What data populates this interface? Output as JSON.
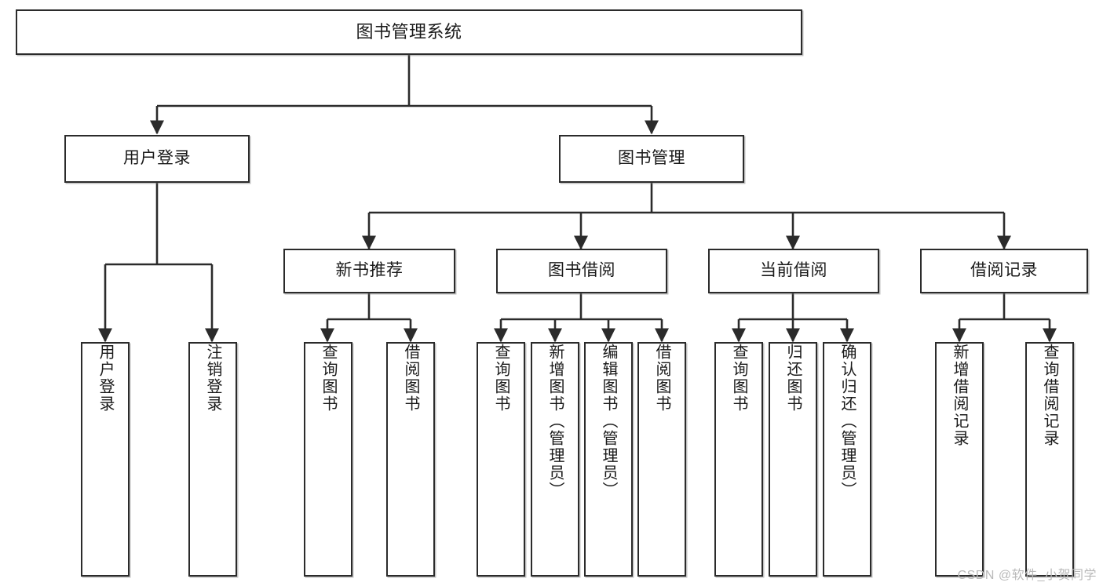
{
  "diagram": {
    "title": "图书管理系统",
    "type": "hierarchy-tree",
    "watermark": "CSDN @软件_小贺同学",
    "colors": {
      "stroke": "#2b2b2b",
      "fill": "#ffffff",
      "text": "#1a1a1a",
      "watermark": "#b9b9b9"
    }
  },
  "nodes": {
    "root": {
      "label": "图书管理系统"
    },
    "level1": [
      {
        "label": "用户登录"
      },
      {
        "label": "图书管理"
      }
    ],
    "level2": [
      {
        "label": "新书推荐"
      },
      {
        "label": "图书借阅"
      },
      {
        "label": "当前借阅"
      },
      {
        "label": "借阅记录"
      }
    ],
    "leaves": {
      "user_login": [
        {
          "label": "用户登录"
        },
        {
          "label": "注销登录"
        }
      ],
      "new_book": [
        {
          "label": "查询图书"
        },
        {
          "label": "借阅图书"
        }
      ],
      "book_borrow": [
        {
          "label": "查询图书"
        },
        {
          "label": "新增图书（管理员）"
        },
        {
          "label": "编辑图书（管理员）"
        },
        {
          "label": "借阅图书"
        }
      ],
      "current_borrow": [
        {
          "label": "查询图书"
        },
        {
          "label": "归还图书"
        },
        {
          "label": "确认归还（管理员）"
        }
      ],
      "borrow_record": [
        {
          "label": "新增借阅记录"
        },
        {
          "label": "查询借阅记录"
        }
      ]
    }
  },
  "tree_data": {
    "name": "图书管理系统",
    "children": [
      {
        "name": "用户登录",
        "children": [
          {
            "name": "用户登录"
          },
          {
            "name": "注销登录"
          }
        ]
      },
      {
        "name": "图书管理",
        "children": [
          {
            "name": "新书推荐",
            "children": [
              {
                "name": "查询图书"
              },
              {
                "name": "借阅图书"
              }
            ]
          },
          {
            "name": "图书借阅",
            "children": [
              {
                "name": "查询图书"
              },
              {
                "name": "新增图书（管理员）"
              },
              {
                "name": "编辑图书（管理员）"
              },
              {
                "name": "借阅图书"
              }
            ]
          },
          {
            "name": "当前借阅",
            "children": [
              {
                "name": "查询图书"
              },
              {
                "name": "归还图书"
              },
              {
                "name": "确认归还（管理员）"
              }
            ]
          },
          {
            "name": "借阅记录",
            "children": [
              {
                "name": "新增借阅记录"
              },
              {
                "name": "查询借阅记录"
              }
            ]
          }
        ]
      }
    ]
  }
}
